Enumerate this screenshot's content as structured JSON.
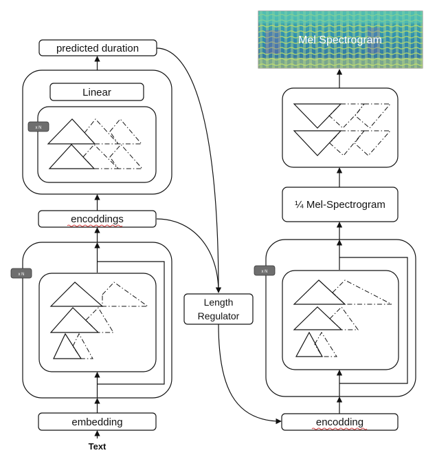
{
  "labels": {
    "predicted_duration": "predicted duration",
    "linear": "Linear",
    "xn_top": "x N",
    "encoddings": "encoddings",
    "xn_left": "x N",
    "embedding": "embedding",
    "text_input": "Text",
    "length_regulator_line1": "Length",
    "length_regulator_line2": "Regulator",
    "mel_spectrogram": "Mel Spectrogram",
    "quarter_mel": "¼ Mel-Spectrogram",
    "xn_right": "x N",
    "encodding": "encodding"
  },
  "colors": {
    "stroke": "#111111",
    "badge_fill": "#6e6e6e",
    "badge_text": "#ffffff",
    "spell_underline": "#d33b3b",
    "spectrogram_bg": "#2b8f9c",
    "spectrogram_bands": "#b8dd6a",
    "spectrogram_text": "#ffffff"
  }
}
